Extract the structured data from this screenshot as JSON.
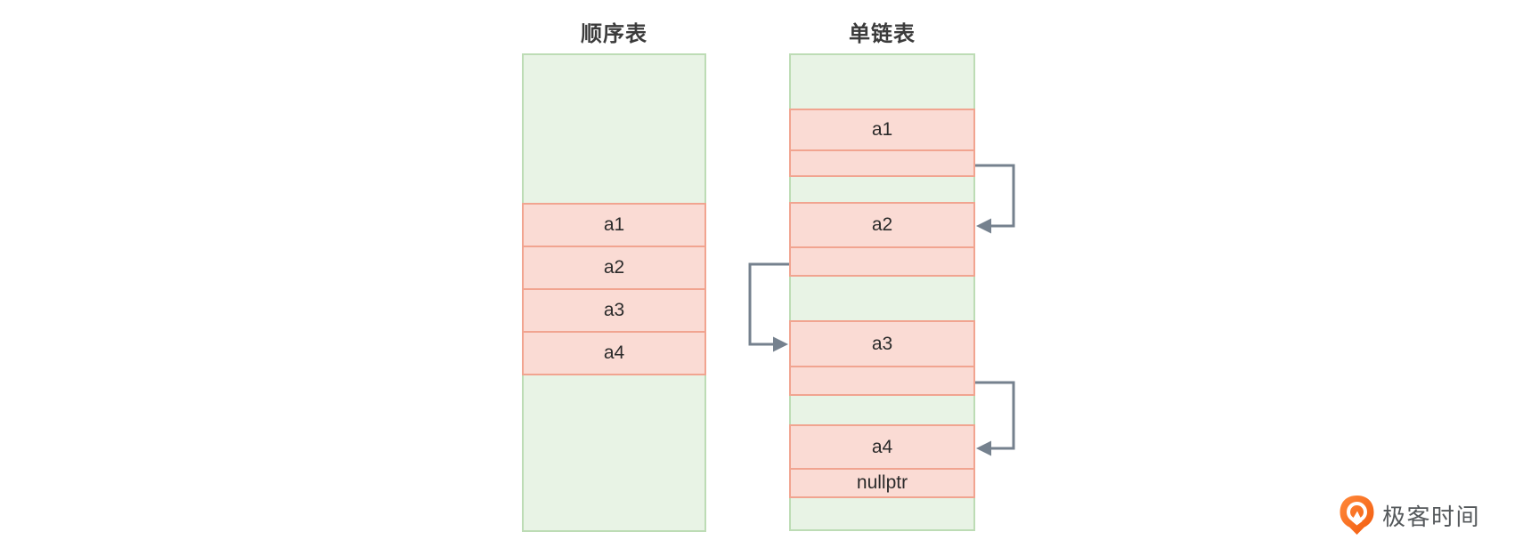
{
  "sequential_list": {
    "title": "顺序表",
    "cells": [
      "a1",
      "a2",
      "a3",
      "a4"
    ]
  },
  "linked_list": {
    "title": "单链表",
    "nodes": [
      {
        "data": "a1",
        "pointer": ""
      },
      {
        "data": "a2",
        "pointer": ""
      },
      {
        "data": "a3",
        "pointer": ""
      },
      {
        "data": "a4",
        "pointer": "nullptr"
      }
    ]
  },
  "logo": {
    "brand": "极客时间"
  },
  "colors": {
    "green_fill": "#e8f3e5",
    "green_border": "#bddcb5",
    "pink_fill": "#fadbd4",
    "pink_border": "#f1a490",
    "arrow": "#75818e",
    "title_text": "#3b3b3b",
    "label_text": "#2b2b2b",
    "logo_text": "#54585b",
    "logo_orange": "#f75f12"
  }
}
